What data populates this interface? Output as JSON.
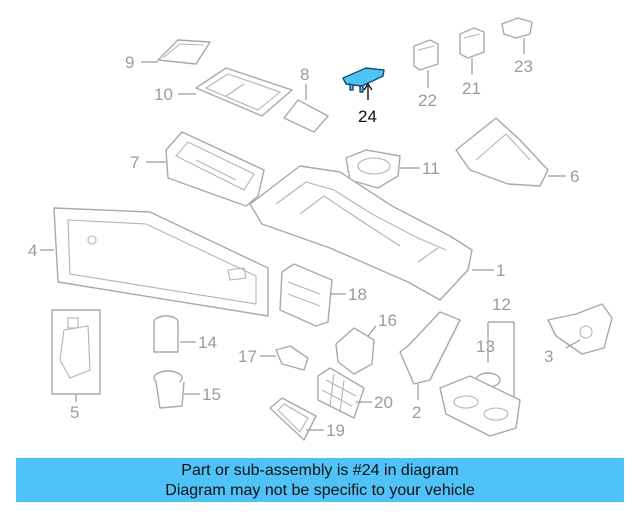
{
  "callouts": {
    "c1": "1",
    "c2": "2",
    "c3": "3",
    "c4": "4",
    "c5": "5",
    "c6": "6",
    "c7": "7",
    "c8": "8",
    "c9": "9",
    "c10": "10",
    "c11": "11",
    "c12": "12",
    "c13": "13",
    "c14": "14",
    "c15": "15",
    "c16": "16",
    "c17": "17",
    "c18": "18",
    "c19": "19",
    "c20": "20",
    "c21": "21",
    "c22": "22",
    "c23": "23",
    "c24": "24"
  },
  "highlight": {
    "part": "24",
    "color": "#4fc3f7"
  },
  "banner": {
    "line1": "Part or sub-assembly is #24 in diagram",
    "line2": "Diagram may not be specific to your vehicle",
    "color": "#4fc3f7"
  }
}
